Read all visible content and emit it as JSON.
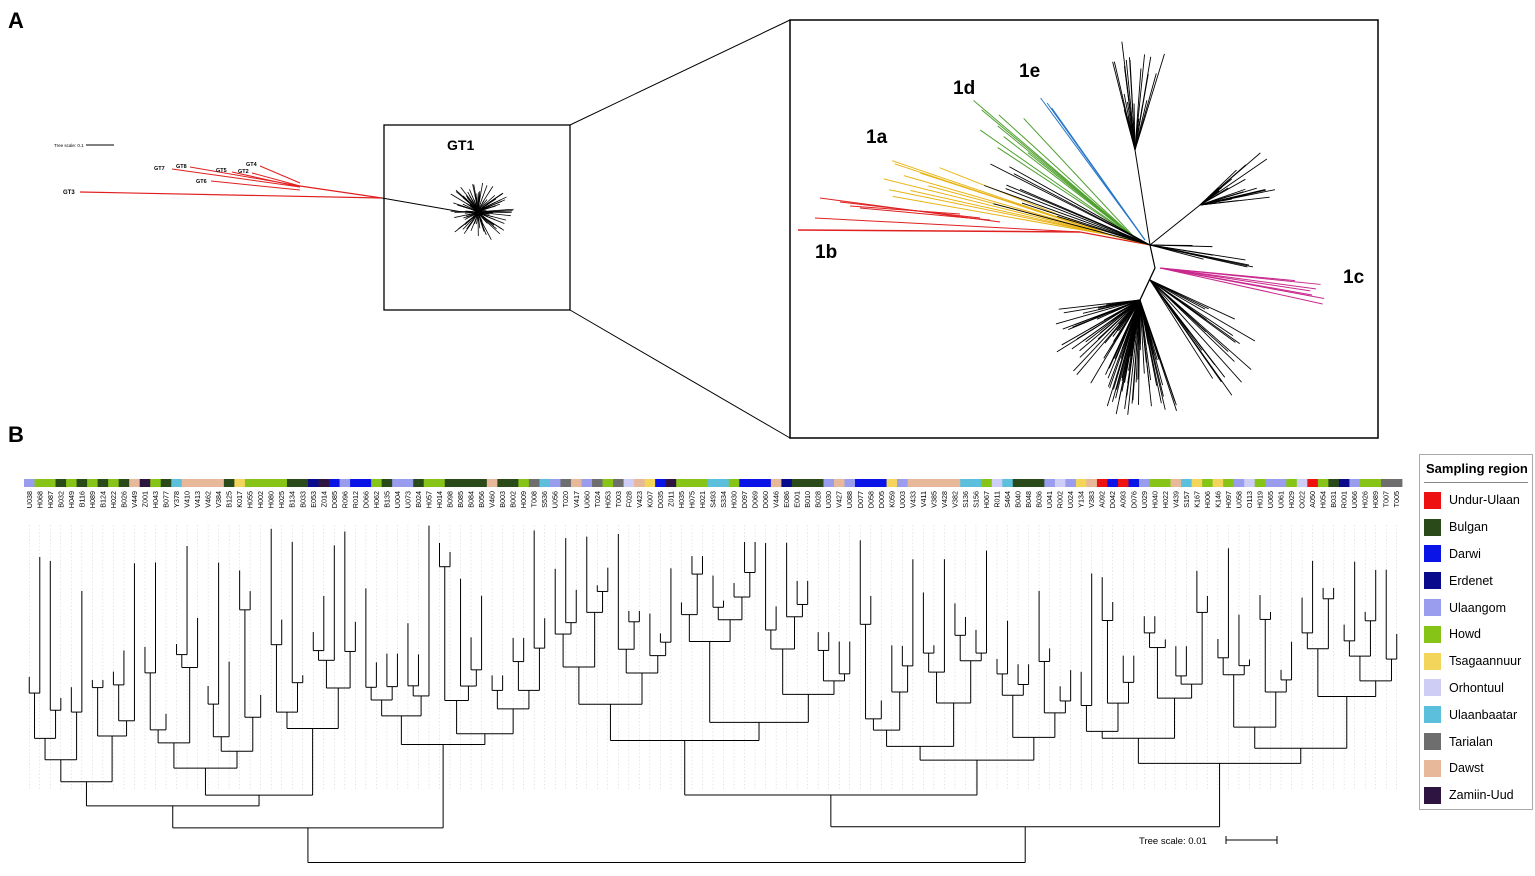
{
  "panel_a": {
    "letter": "A",
    "scale_label": "Tree scale: 0.1",
    "outgroups": [
      "GT3",
      "GT7",
      "GT8",
      "GT6",
      "GT5",
      "GT2",
      "GT4"
    ],
    "gt1_label": "GT1",
    "subtypes": {
      "b": "1b",
      "a": "1a",
      "d": "1d",
      "e": "1e",
      "c": "1c"
    }
  },
  "panel_b": {
    "letter": "B",
    "scale_label": "Tree scale: 0.01",
    "tip_labels": [
      "U038",
      "H068",
      "H087",
      "B032",
      "H049",
      "B116",
      "H089",
      "B124",
      "H022",
      "B026",
      "V449",
      "Z001",
      "H043",
      "B077",
      "Y378",
      "V410",
      "V413",
      "V462",
      "V384",
      "B125",
      "K017",
      "H055",
      "H002",
      "H080",
      "H025",
      "B134",
      "B033",
      "E053",
      "Z014",
      "D085",
      "R096",
      "R012",
      "D066",
      "H062",
      "B135",
      "U004",
      "U073",
      "B024",
      "H057",
      "H014",
      "B098",
      "B085",
      "B084",
      "B056",
      "V460",
      "B003",
      "B002",
      "H009",
      "T008",
      "S536",
      "U056",
      "T020",
      "V417",
      "U060",
      "T024",
      "H053",
      "T003",
      "F028",
      "V423",
      "K007",
      "D035",
      "Z011",
      "H035",
      "H075",
      "H021",
      "S493",
      "S334",
      "H030",
      "D097",
      "D069",
      "D060",
      "V446",
      "E086",
      "E001",
      "B010",
      "B028",
      "U030",
      "V427",
      "U088",
      "D077",
      "D058",
      "D005",
      "K059",
      "U003",
      "V433",
      "V411",
      "V385",
      "V428",
      "V382",
      "S136",
      "S156",
      "H067",
      "R011",
      "S464",
      "B040",
      "B048",
      "B036",
      "U041",
      "R002",
      "U024",
      "Y134",
      "V383",
      "A092",
      "D042",
      "A093",
      "D076",
      "U029",
      "H040",
      "H022",
      "V439",
      "S157",
      "K167",
      "H006",
      "K146",
      "H097",
      "U058",
      "O113",
      "H019",
      "U065",
      "U061",
      "H029",
      "O022",
      "A050",
      "H054",
      "B031",
      "R001",
      "U066",
      "H026",
      "H089",
      "T007",
      "T005"
    ],
    "tip_regions": [
      "Ulaangom",
      "Howd",
      "Howd",
      "Bulgan",
      "Howd",
      "Bulgan",
      "Howd",
      "Bulgan",
      "Howd",
      "Bulgan",
      "Dawst",
      "Zamiin-Uud",
      "Howd",
      "Bulgan",
      "Ulaanbaatar",
      "Dawst",
      "Dawst",
      "Dawst",
      "Dawst",
      "Bulgan",
      "Tsagaannuur",
      "Howd",
      "Howd",
      "Howd",
      "Howd",
      "Bulgan",
      "Bulgan",
      "Erdenet",
      "Zamiin-Uud",
      "Darwi",
      "Ulaangom",
      "Darwi",
      "Darwi",
      "Howd",
      "Bulgan",
      "Ulaangom",
      "Ulaangom",
      "Bulgan",
      "Howd",
      "Howd",
      "Bulgan",
      "Bulgan",
      "Bulgan",
      "Bulgan",
      "Dawst",
      "Bulgan",
      "Bulgan",
      "Howd",
      "Tarialan",
      "Ulaanbaatar",
      "Ulaangom",
      "Tarialan",
      "Dawst",
      "Ulaangom",
      "Tarialan",
      "Howd",
      "Tarialan",
      "Orhontuul",
      "Dawst",
      "Tsagaannuur",
      "Darwi",
      "Zamiin-Uud",
      "Howd",
      "Howd",
      "Howd",
      "Ulaanbaatar",
      "Ulaanbaatar",
      "Howd",
      "Darwi",
      "Darwi",
      "Darwi",
      "Dawst",
      "Erdenet",
      "Bulgan",
      "Bulgan",
      "Bulgan",
      "Ulaangom",
      "Dawst",
      "Ulaangom",
      "Darwi",
      "Darwi",
      "Darwi",
      "Tsagaannuur",
      "Ulaangom",
      "Dawst",
      "Dawst",
      "Dawst",
      "Dawst",
      "Dawst",
      "Ulaanbaatar",
      "Ulaanbaatar",
      "Howd",
      "Orhontuul",
      "Ulaanbaatar",
      "Bulgan",
      "Bulgan",
      "Bulgan",
      "Ulaangom",
      "Orhontuul",
      "Ulaangom",
      "Tsagaannuur",
      "Dawst",
      "Undur-Ulaan",
      "Darwi",
      "Undur-Ulaan",
      "Darwi",
      "Ulaangom",
      "Howd",
      "Howd",
      "Dawst",
      "Ulaanbaatar",
      "Tsagaannuur",
      "Howd",
      "Tsagaannuur",
      "Howd",
      "Ulaangom",
      "Orhontuul",
      "Howd",
      "Ulaangom",
      "Ulaangom",
      "Howd",
      "Orhontuul",
      "Undur-Ulaan",
      "Howd",
      "Bulgan",
      "Erdenet",
      "Ulaangom",
      "Howd",
      "Howd",
      "Tarialan",
      "Tarialan"
    ]
  },
  "legend": {
    "title": "Sampling region",
    "items": [
      {
        "label": "Undur-Ulaan",
        "color": "#ee1111"
      },
      {
        "label": "Bulgan",
        "color": "#2a4a1a"
      },
      {
        "label": "Darwi",
        "color": "#0a14e6"
      },
      {
        "label": "Erdenet",
        "color": "#0a0a8c"
      },
      {
        "label": "Ulaangom",
        "color": "#9a9cee"
      },
      {
        "label": "Howd",
        "color": "#86c418"
      },
      {
        "label": "Tsagaannuur",
        "color": "#f4d55c"
      },
      {
        "label": "Orhontuul",
        "color": "#cdcdf5"
      },
      {
        "label": "Ulaanbaatar",
        "color": "#5cc0dc"
      },
      {
        "label": "Tarialan",
        "color": "#6e6e6e"
      },
      {
        "label": "Dawst",
        "color": "#e8b89a"
      },
      {
        "label": "Zamiin-Uud",
        "color": "#2e1440"
      }
    ]
  },
  "colors": {
    "outgroup": "#e02020",
    "subtype_1a": "#e8b414",
    "subtype_1b": "#e02020",
    "subtype_1c": "#c8288c",
    "subtype_1d": "#50a030",
    "subtype_1e": "#2878c8",
    "branch": "#000000"
  }
}
